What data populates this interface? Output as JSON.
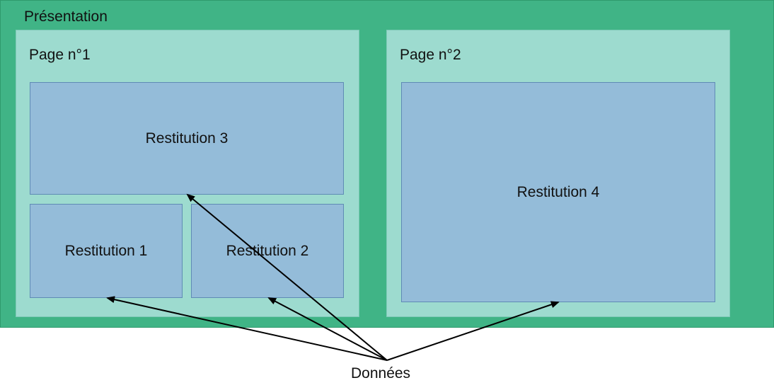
{
  "presentation": {
    "title": "Présentation"
  },
  "pages": [
    {
      "title": "Page n°1"
    },
    {
      "title": "Page n°2"
    }
  ],
  "restitutions": {
    "r1": "Restitution 1",
    "r2": "Restitution 2",
    "r3": "Restitution 3",
    "r4": "Restitution 4"
  },
  "data_source": {
    "label": "Données"
  },
  "colors": {
    "presentation_bg": "#40b486",
    "page_bg": "#9ddbcf",
    "restitution_bg": "#94bcd9",
    "arrow": "#000000"
  }
}
